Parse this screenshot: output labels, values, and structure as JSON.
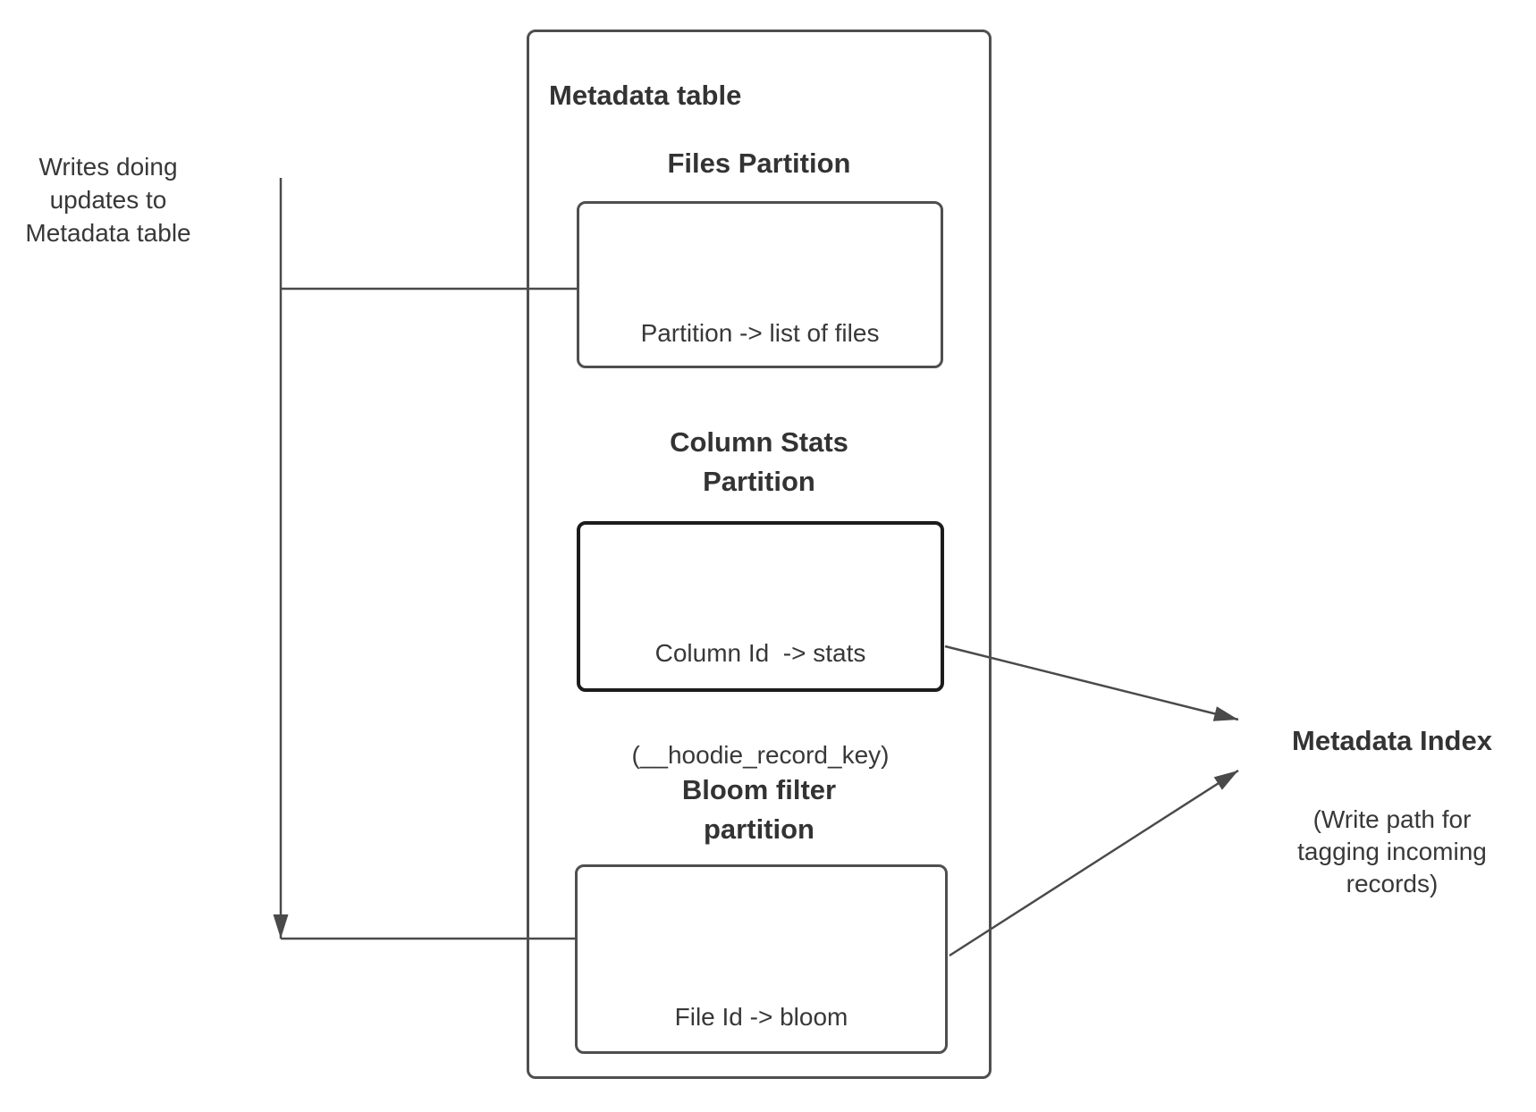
{
  "container": {
    "title": "Metadata table"
  },
  "files": {
    "heading": "Files Partition",
    "label": "Partition -> list of files"
  },
  "column_stats": {
    "heading1": "Column Stats",
    "heading2": "Partition",
    "label1": "Column Id  -> stats",
    "label2": "(__hoodie_record_key)"
  },
  "bloom": {
    "heading1": "Bloom filter",
    "heading2": "partition",
    "label": "File Id -> bloom"
  },
  "writes_note": {
    "line1": "Writes doing",
    "line2": "updates to",
    "line3": "Metadata table"
  },
  "index": {
    "heading": "Metadata Index",
    "note1": "(Write path for",
    "note2": "tagging incoming",
    "note3": "records)"
  },
  "colors": {
    "box_border": "#4f4f4f",
    "emphasis_box_border": "#1c1c1c",
    "connector": "#4a4a4a",
    "text": "#333333",
    "background": "#ffffff"
  }
}
